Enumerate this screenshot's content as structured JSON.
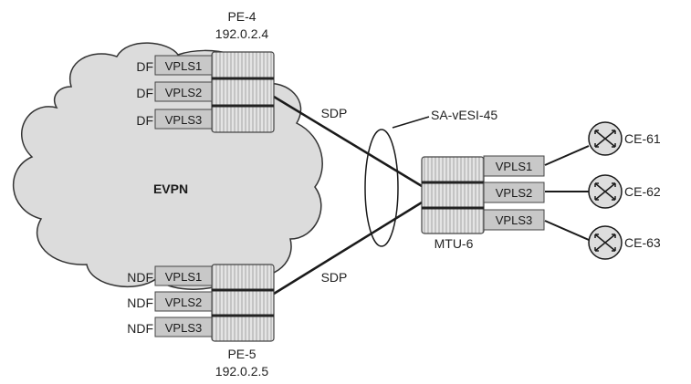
{
  "colors": {
    "cloud_fill": "#dcdcdc",
    "cloud_stroke": "#333333",
    "vpls_box_fill": "#c8c8c8",
    "line": "#1a1a1a",
    "router_fill": "#dddddd"
  },
  "cloud": {
    "label": "EVPN"
  },
  "pe4": {
    "name": "PE-4",
    "ip": "192.0.2.4",
    "roles": [
      "DF",
      "DF",
      "DF"
    ],
    "vpls": [
      "VPLS1",
      "VPLS2",
      "VPLS3"
    ]
  },
  "pe5": {
    "name": "PE-5",
    "ip": "192.0.2.5",
    "roles": [
      "NDF",
      "NDF",
      "NDF"
    ],
    "vpls": [
      "VPLS1",
      "VPLS2",
      "VPLS3"
    ]
  },
  "mtu": {
    "name": "MTU-6",
    "vpls": [
      "VPLS1",
      "VPLS2",
      "VPLS3"
    ]
  },
  "links": {
    "sdp_top": "SDP",
    "sdp_bottom": "SDP"
  },
  "esi": {
    "label": "SA-vESI-45"
  },
  "ces": [
    "CE-61",
    "CE-62",
    "CE-63"
  ],
  "icons": {
    "ce": "router-icon",
    "node": "switch-stack-icon"
  }
}
